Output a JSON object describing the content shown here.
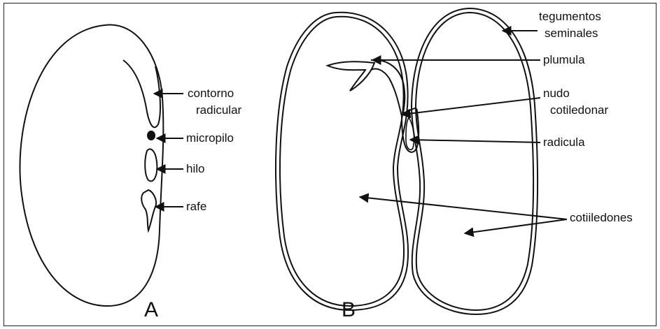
{
  "figure_a": {
    "letter": "A",
    "labels": {
      "contorno_line1": "contorno",
      "contorno_line2": "radicular",
      "micropilo": "micropilo",
      "hilo": "hilo",
      "rafe": "rafe"
    }
  },
  "figure_b": {
    "letter": "B",
    "labels": {
      "tegumentos_line1": "tegumentos",
      "tegumentos_line2": "seminales",
      "plumula": "plumula",
      "nudo_line1": "nudo",
      "nudo_line2": "cotiledonar",
      "radicula": "radicula",
      "cotiledones": "cotiiledones"
    }
  },
  "colors": {
    "ink": "#111111",
    "background": "#ffffff"
  }
}
